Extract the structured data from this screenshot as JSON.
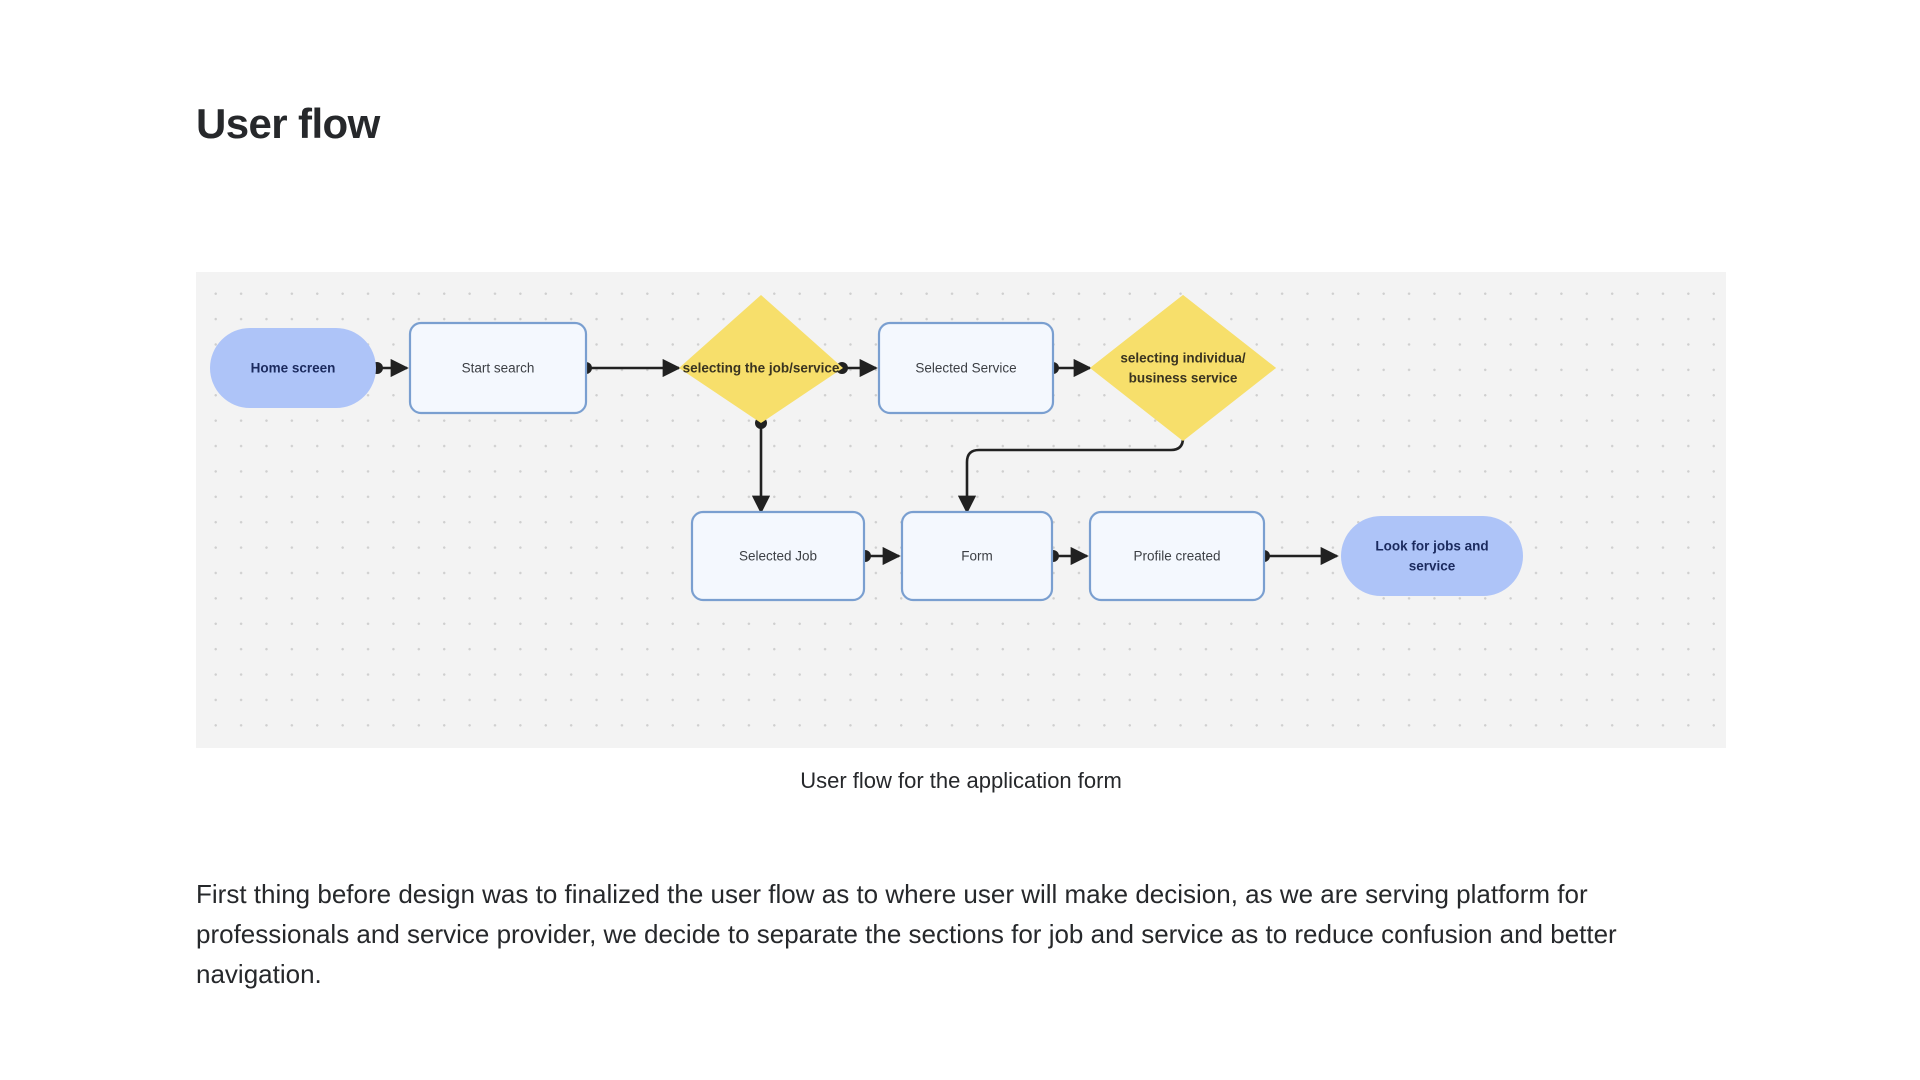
{
  "page_title": "User flow",
  "caption": "User flow for the application form",
  "body_copy": "First thing before design was to finalized the user flow as to where user will make decision, as we are serving platform for professionals and service provider, we decide to separate the sections for job and service as to reduce confusion and better navigation.",
  "colors": {
    "page_background": "#ffffff",
    "panel_background": "#f3f3f3",
    "panel_dot": "#cfcfcf",
    "terminator_fill": "#aec4f8",
    "terminator_text": "#1b2a5e",
    "process_fill": "#f4f8fe",
    "process_border": "#7a9fd0",
    "process_text": "#3c3f44",
    "decision_fill": "#f7df6b",
    "decision_text": "#3a3420",
    "connector": "#212121",
    "heading_text": "#26282b"
  },
  "diagram": {
    "nodes": [
      {
        "id": "home-screen",
        "label": "Home screen",
        "shape": "terminator"
      },
      {
        "id": "start-search",
        "label": "Start search",
        "shape": "process"
      },
      {
        "id": "selecting-job",
        "label": "selecting the job/service",
        "shape": "decision"
      },
      {
        "id": "selected-service",
        "label": "Selected Service",
        "shape": "process"
      },
      {
        "id": "selecting-business",
        "label": "selecting individua/ business service",
        "shape": "decision",
        "label_line1": "selecting individua/",
        "label_line2": "business service"
      },
      {
        "id": "selected-job",
        "label": "Selected Job",
        "shape": "process"
      },
      {
        "id": "form",
        "label": "Form",
        "shape": "process"
      },
      {
        "id": "profile-created",
        "label": "Profile created",
        "shape": "process"
      },
      {
        "id": "look-for-jobs",
        "label": "Look for jobs and service",
        "shape": "terminator",
        "label_line1": "Look for jobs and",
        "label_line2": "service"
      }
    ],
    "edges": [
      {
        "id": "home-to-start",
        "from": "home-screen",
        "to": "start-search",
        "route": "straight-right"
      },
      {
        "id": "start-to-selecting-job",
        "from": "start-search",
        "to": "selecting-job",
        "route": "straight-right"
      },
      {
        "id": "selecting-job-to-service",
        "from": "selecting-job",
        "to": "selected-service",
        "route": "straight-right"
      },
      {
        "id": "service-to-business",
        "from": "selected-service",
        "to": "selecting-business",
        "route": "straight-right"
      },
      {
        "id": "selecting-job-to-selected-job",
        "from": "selecting-job",
        "to": "selected-job",
        "route": "straight-down"
      },
      {
        "id": "business-to-form",
        "from": "selecting-business",
        "to": "form",
        "route": "elbow-down-left-down"
      },
      {
        "id": "selected-job-to-form",
        "from": "selected-job",
        "to": "form",
        "route": "straight-right"
      },
      {
        "id": "form-to-profile",
        "from": "form",
        "to": "profile-created",
        "route": "straight-right"
      },
      {
        "id": "profile-to-look",
        "from": "profile-created",
        "to": "look-for-jobs",
        "route": "straight-right"
      }
    ]
  }
}
